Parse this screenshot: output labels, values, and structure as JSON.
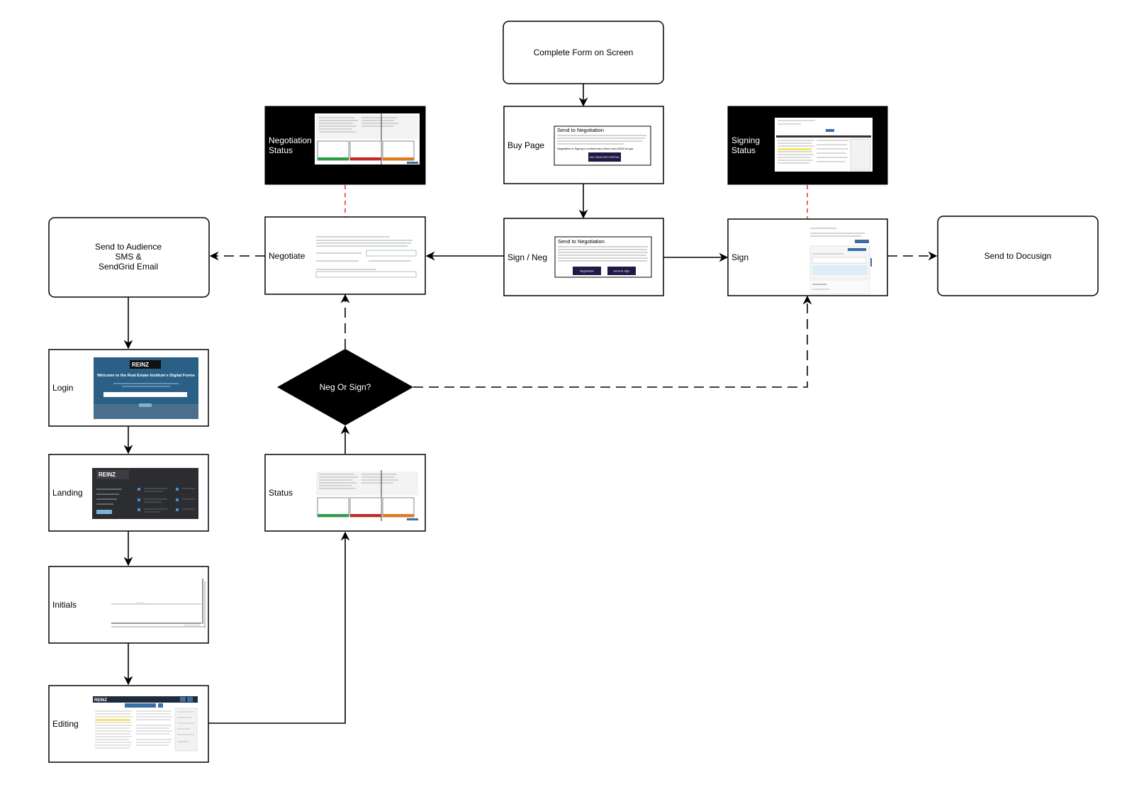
{
  "nodes": {
    "complete_form": "Complete Form on Screen",
    "buy_page": "Buy Page",
    "sign_neg": "Sign / Neg",
    "negotiate": "Negotiate",
    "sign": "Sign",
    "send_docusign": "Send to Docusign",
    "send_audience": [
      "Send to Audience",
      "SMS &",
      "SendGrid Email"
    ],
    "negotiation_status": [
      "Negotiation",
      "Status"
    ],
    "signing_status": [
      "Signing",
      "Status"
    ],
    "decision": "Neg Or Sign?",
    "status": "Status",
    "login": "Login",
    "landing": "Landing",
    "initials": "Initials",
    "editing": "Editing"
  },
  "thumbnails": {
    "buy_page": {
      "title": "Send to Negotiation",
      "note": "Negotiation or Signing a contract has a fixed cost of $15 incl gst",
      "button": "BUY NOW WITH PAYPAL"
    },
    "sign_neg": {
      "title": "Send to Negotiation",
      "button_left": "Negotiation",
      "button_right": "Send to Sign"
    },
    "login": {
      "brand": "REINZ",
      "heading": "Welcome to the Real Estate Institute's Digital Forms"
    },
    "landing": {
      "brand": "REINZ"
    },
    "editing": {
      "brand": "REINZ"
    }
  },
  "colors": {
    "dark_accent": "#1f1a45",
    "status_link": "#e53935",
    "login_bg": "#2a5f86"
  }
}
